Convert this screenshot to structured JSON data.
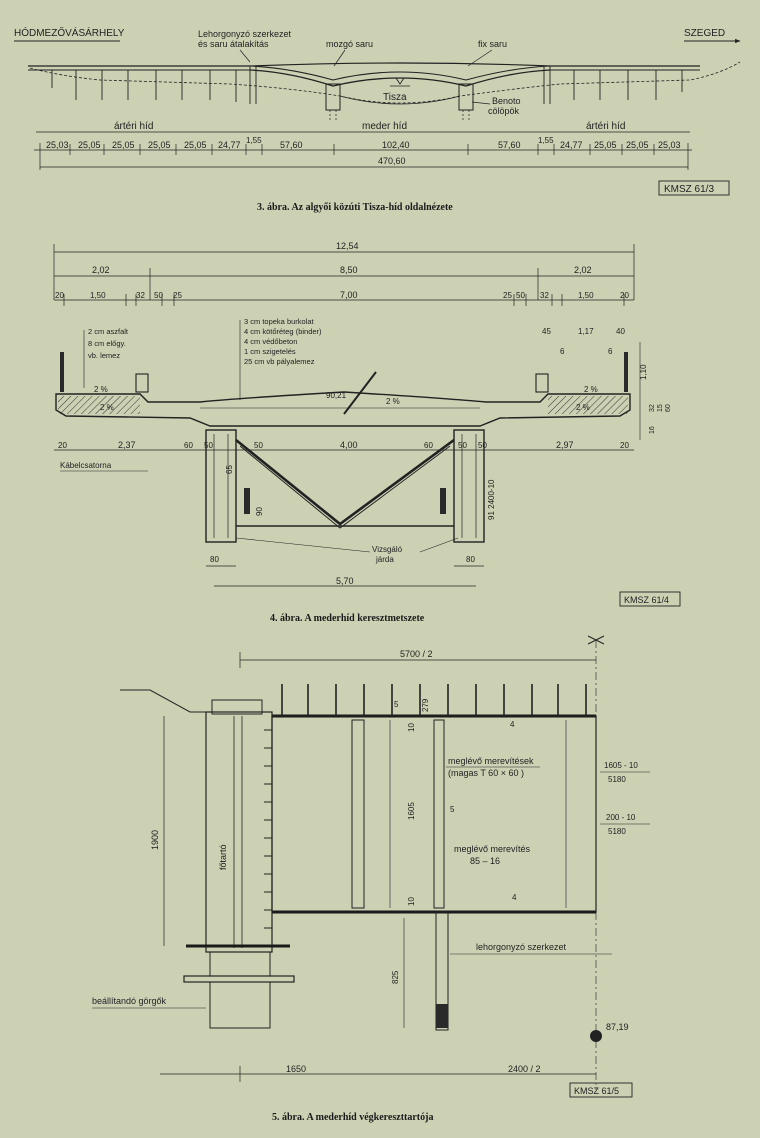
{
  "fig3": {
    "left_city": "HÓDMEZŐVÁSÁRHELY",
    "right_city": "SZEGED",
    "anchor_label_1": "Lehorgonyzó szerkezet",
    "anchor_label_2": "és saru átalakítás",
    "moving_bearing": "mozgó saru",
    "fixed_bearing": "fix saru",
    "river": "Tisza",
    "piles_1": "Benoto",
    "piles_2": "cölöpök",
    "flood_bridge_left": "ártéri híd",
    "river_bridge": "meder híd",
    "flood_bridge_right": "ártéri híd",
    "spans": [
      "25,03",
      "25,05",
      "25,05",
      "25,05",
      "25,05",
      "24,77",
      "1,55",
      "57,60",
      "102,40",
      "57,60",
      "1,55",
      "24,77",
      "25,05",
      "25,05",
      "25,03"
    ],
    "total": "470,60",
    "code": "KMSZ 61/3",
    "caption": "3. ábra. Az algyői közúti Tisza-híd oldalnézete"
  },
  "fig4": {
    "overall": "12,54",
    "dim_left": "2,02",
    "dim_mid": "8,50",
    "dim_right": "2,02",
    "sub_20a": "20",
    "sub_150a": "1,50",
    "sub_32a": "32",
    "sub_50a": "50",
    "sub_25a": "25",
    "sub_700": "7,00",
    "sub_25b": "25",
    "sub_50b": "50",
    "sub_32b": "32",
    "sub_150b": "1,50",
    "sub_20b": "20",
    "layers": [
      "3 cm topeka burkolat",
      "4 cm kötőréteg (binder)",
      "4 cm védőbeton",
      "1 cm szigetelés",
      "25 cm vb pályalemez"
    ],
    "left_layers": [
      "2 cm aszfalt",
      "8 cm előgy.",
      "vb. lemez"
    ],
    "slope_a": "2 %",
    "slope_b": "2 %",
    "slope_c": "2 %",
    "slope_d": "2 %",
    "slope_e": "2 %",
    "r45": "45",
    "r117": "1,17",
    "r40": "40",
    "r6a": "6",
    "r6b": "6",
    "r110": "1,10",
    "r32": "32",
    "r15": "15",
    "r60r": "60",
    "r16": "16",
    "angle": "90,21",
    "lower_20a": "20",
    "lower_237": "2,37",
    "lower_60a": "60",
    "lower_50a": "50",
    "lower_50b": "50",
    "lower_400": "4,00",
    "lower_60b": "60",
    "lower_50c": "50",
    "lower_50d": "50",
    "lower_297": "2,97",
    "lower_20b": "20",
    "cable_duct": "Kábelcsatorna",
    "height_label": "91 2400-10",
    "d65": "65",
    "d90": "90",
    "walkway_1": "Vizsgáló",
    "walkway_2": "járda",
    "b80a": "80",
    "b80b": "80",
    "b570": "5,70",
    "code": "KMSZ 61/4",
    "caption": "4. ábra. A mederhíd keresztmetszete"
  },
  "fig5": {
    "top_dim": "5700 / 2",
    "weld_top_a": "5",
    "weld_top_b": "4",
    "h279": "279",
    "h10a": "10",
    "h1605": "1605",
    "h10b": "10",
    "stiffener_1": "meglévő merevítések",
    "stiffener_2": "(magas T 60 × 60 )",
    "weld_mid": "5",
    "stiffener_3": "meglévő merevítés",
    "stiffener_4": "85 – 16",
    "weld_bot": "4",
    "frac1_top": "1605 - 10",
    "frac1_bot": "5180",
    "frac2_top": "200 - 10",
    "frac2_bot": "5180",
    "h1900": "1900",
    "main_girder": "főtartó",
    "anchor": "lehorgonyzó szerkezet",
    "h825": "825",
    "rollers": "beállítandó görgők",
    "level": "87,19",
    "b1650": "1650",
    "b2400": "2400 / 2",
    "code": "KMSZ 61/5",
    "caption": "5. ábra. A mederhíd végkereszttartója"
  }
}
